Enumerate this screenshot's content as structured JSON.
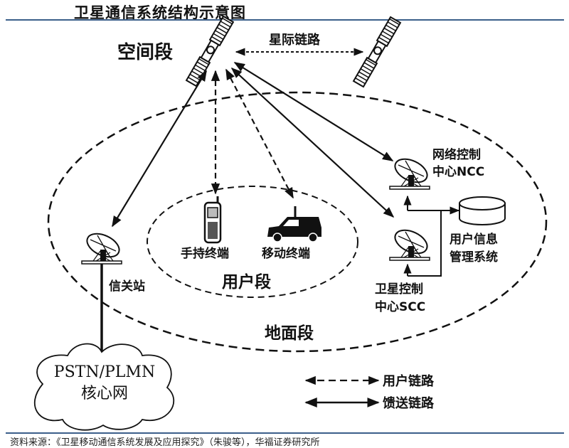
{
  "header": {
    "title": "卫星通信系统结构示意图"
  },
  "segments": {
    "space": "空间段",
    "user": "用户段",
    "ground": "地面段"
  },
  "links": {
    "inter_satellite": "星际链路"
  },
  "nodes": {
    "handheld": "手持终端",
    "mobile": "移动终端",
    "gateway": "信关站",
    "ncc_line1": "网络控制",
    "ncc_line2": "中心NCC",
    "scc_line1": "卫星控制",
    "scc_line2": "中心SCC",
    "uims_line1": "用户信息",
    "uims_line2": "管理系统",
    "core_line1": "PSTN/PLMN",
    "core_line2": "核心网"
  },
  "legend": {
    "user_link": "用户链路",
    "feeder_link": "馈送链路"
  },
  "footer": {
    "source": "资料来源：《卫星移动通信系统发展及应用探究》（朱骏等），华福证券研究所"
  },
  "colors": {
    "rule": "#3b5f8a",
    "ink": "#111111"
  }
}
